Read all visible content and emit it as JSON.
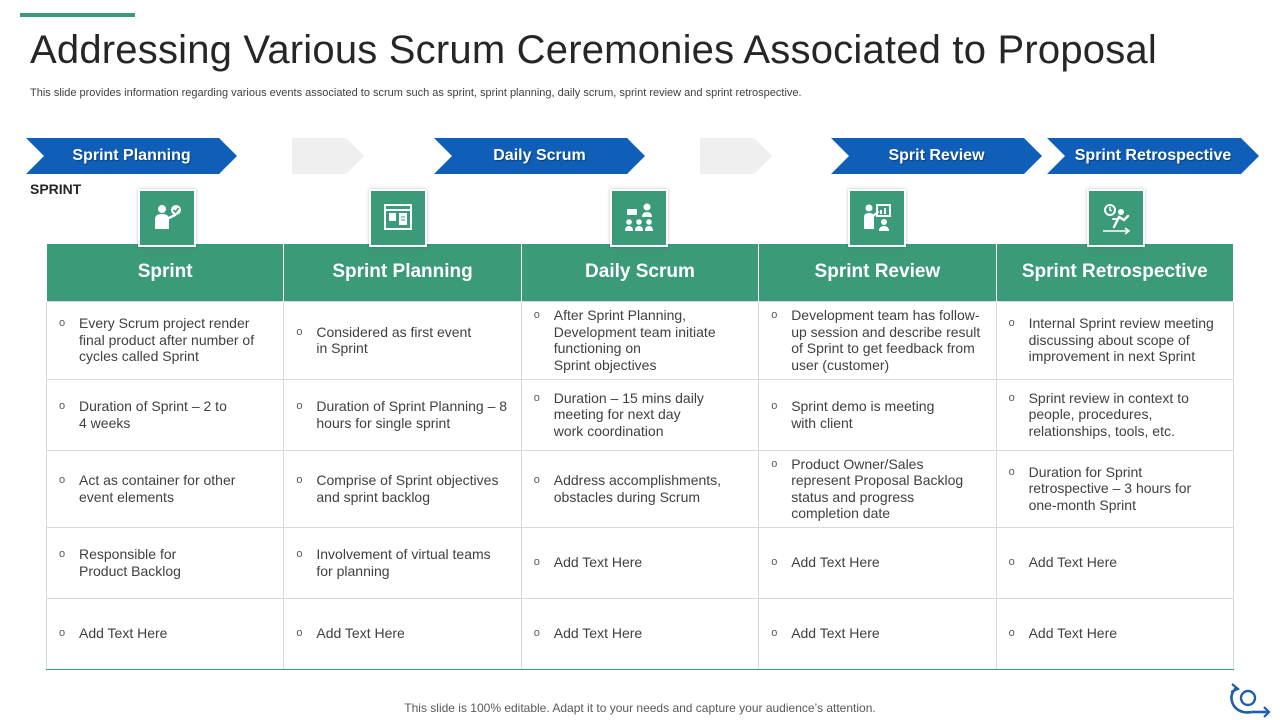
{
  "slide": {
    "title": "Addressing Various Scrum Ceremonies Associated to Proposal",
    "subtitle": "This slide provides information regarding various events associated to scrum such as sprint, sprint planning, daily scrum, sprint review and sprint retrospective.",
    "footer": "This slide is 100% editable. Adapt it to your needs and capture your audience’s attention.",
    "sprint_label": "SPRINT"
  },
  "colors": {
    "accent_green": "#3b9a78",
    "chevron_blue": "#0f5fb8",
    "chevron_grey": "#efefef"
  },
  "chevrons": [
    "Sprint Planning",
    "Daily Scrum",
    "Sprit Review",
    "Sprint Retrospective"
  ],
  "icons": [
    "person-checklist-icon",
    "planning-board-icon",
    "team-meeting-icon",
    "presentation-icon",
    "retrospective-icon"
  ],
  "logo_icon": "cycle-arrow-icon",
  "bullet_glyph": "o",
  "table": {
    "headers": [
      "Sprint",
      "Sprint Planning",
      "Daily Scrum",
      "Sprint Review",
      "Sprint Retrospective"
    ],
    "rows": [
      [
        "Every Scrum project render\nfinal product after number of\ncycles called Sprint",
        "Considered as first event\nin Sprint",
        "After Sprint Planning,\nDevelopment team initiate\nfunctioning on\nSprint objectives",
        "Development team has follow-\nup session and describe result\nof Sprint to get feedback from\nuser (customer)",
        "Internal Sprint review meeting\ndiscussing about scope of\nimprovement in next Sprint"
      ],
      [
        "Duration of Sprint – 2 to\n4 weeks",
        "Duration of Sprint Planning – 8\nhours for single sprint",
        "Duration – 15 mins daily\nmeeting for next day\nwork coordination",
        "Sprint demo is meeting\nwith client",
        "Sprint review in context to\npeople, procedures,\nrelationships, tools, etc."
      ],
      [
        "Act as container for other\nevent elements",
        "Comprise of Sprint objectives\nand sprint backlog",
        "Address accomplishments,\nobstacles during Scrum",
        "Product Owner/Sales\nrepresent Proposal Backlog\nstatus and progress\ncompletion date",
        "Duration for Sprint\nretrospective – 3 hours for\none-month Sprint"
      ],
      [
        "Responsible for\nProduct Backlog",
        "Involvement of virtual teams\nfor planning",
        "Add Text Here",
        "Add Text Here",
        "Add Text Here"
      ],
      [
        "Add Text Here",
        "Add Text Here",
        "Add Text Here",
        "Add Text Here",
        "Add Text Here"
      ]
    ]
  }
}
